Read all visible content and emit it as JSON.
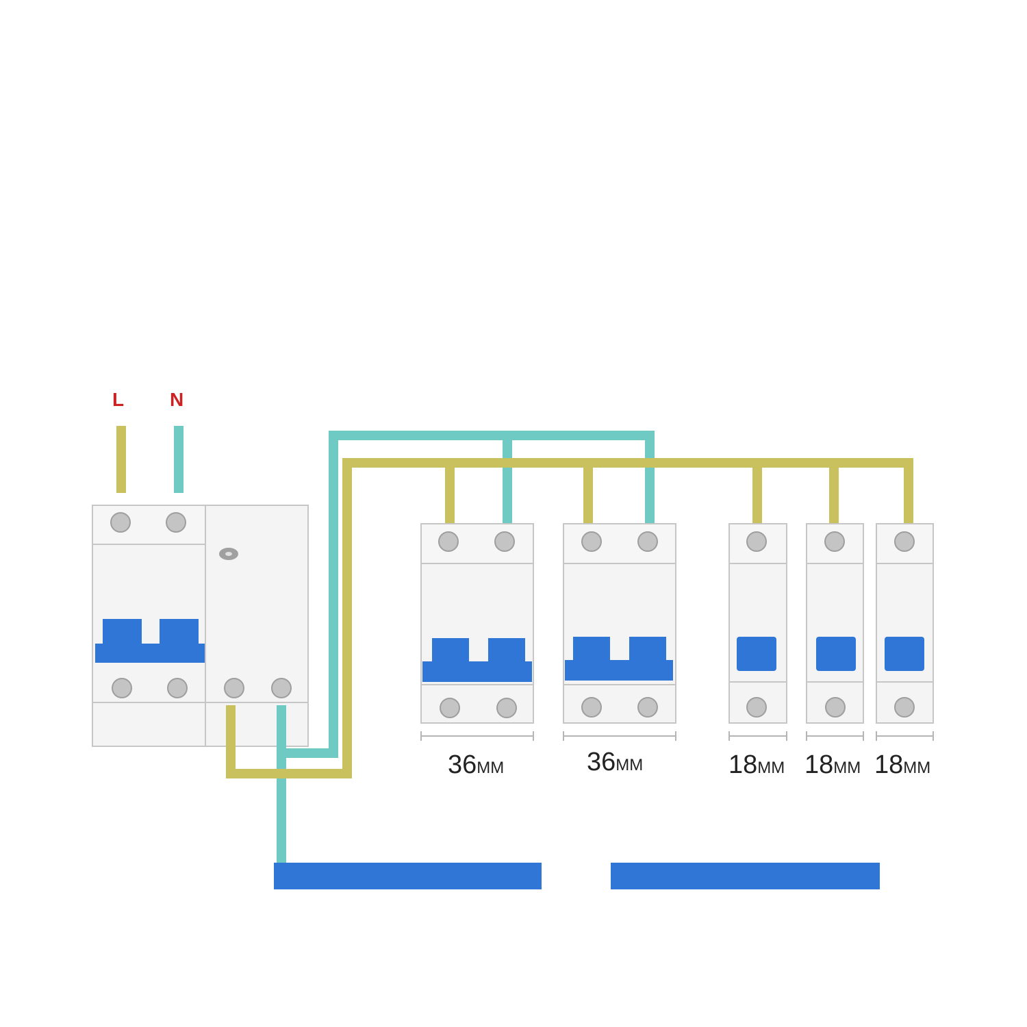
{
  "supply": {
    "live_label": "L",
    "neutral_label": "N"
  },
  "modules": [
    {
      "width_label": "36",
      "unit": "MM",
      "poles": 2
    },
    {
      "width_label": "36",
      "unit": "MM",
      "poles": 2
    },
    {
      "width_label": "18",
      "unit": "MM",
      "poles": 1
    },
    {
      "width_label": "18",
      "unit": "MM",
      "poles": 1
    },
    {
      "width_label": "18",
      "unit": "MM",
      "poles": 1
    }
  ],
  "colors": {
    "live_wire": "#c9c15e",
    "neutral_wire": "#6ecac2",
    "breaker_lever": "#2f76d6",
    "din_rail": "#2f76d6",
    "supply_label": "#cc2222"
  }
}
